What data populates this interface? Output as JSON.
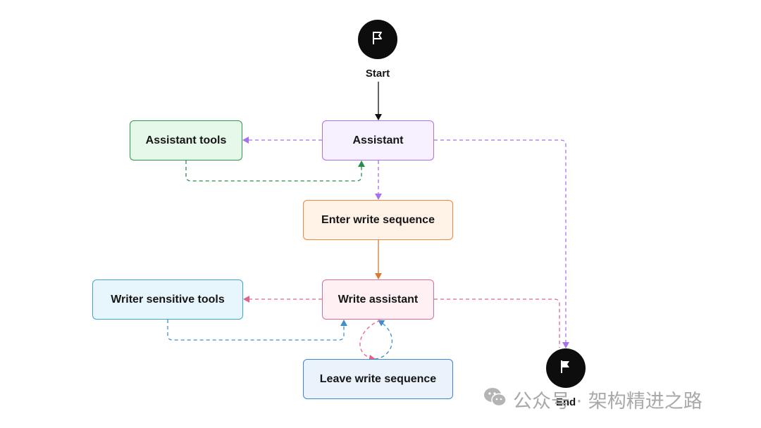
{
  "terminals": {
    "start": {
      "label": "Start",
      "icon": "flag-outline-icon"
    },
    "end": {
      "label": "End",
      "icon": "flag-filled-icon"
    }
  },
  "nodes": {
    "assistant": {
      "label": "Assistant",
      "fill": "#f6f0ff",
      "stroke": "#a871f0"
    },
    "assistant_tools": {
      "label": "Assistant tools",
      "fill": "#e5f8e9",
      "stroke": "#2c9a4e"
    },
    "enter_write_sequence": {
      "label": "Enter write sequence",
      "fill": "#fff2e7",
      "stroke": "#e78a3c"
    },
    "write_assistant": {
      "label": "Write assistant",
      "fill": "#fff0f4",
      "stroke": "#e06b91"
    },
    "writer_sensitive_tools": {
      "label": "Writer sensitive tools",
      "fill": "#e6f6fc",
      "stroke": "#3fa6cf"
    },
    "leave_write_sequence": {
      "label": "Leave write sequence",
      "fill": "#eaf3fc",
      "stroke": "#3f87cc"
    }
  },
  "edge_colors": {
    "start": "#111111",
    "assistant": "#a771ee",
    "assistant_tools": "#2d8a4e",
    "enter": "#d77a33",
    "write": "#e06388",
    "writer_tools": "#3c8fd0"
  },
  "watermark": {
    "icon": "wechat-icon",
    "text": "公众号 · 架构精进之路"
  }
}
